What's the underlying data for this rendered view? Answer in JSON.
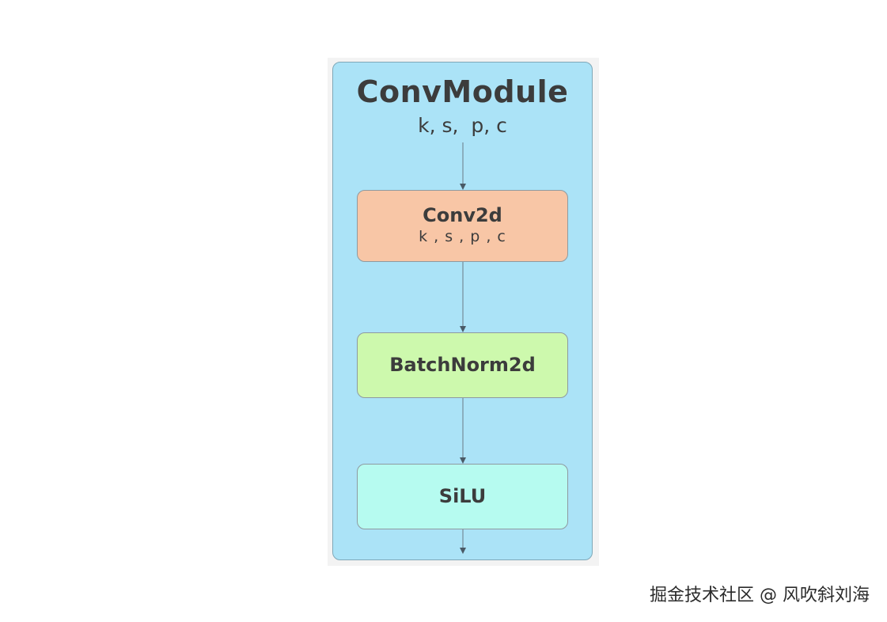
{
  "module": {
    "title": "ConvModule",
    "params": "k, s,  p, c"
  },
  "blocks": [
    {
      "label": "Conv2d",
      "params": "k , s , p , c",
      "color": "#f8c6a6"
    },
    {
      "label": "BatchNorm2d",
      "color": "#cdf9ad"
    },
    {
      "label": "SiLU",
      "color": "#b6fbf0"
    }
  ],
  "colors": {
    "module_bg": "#abe3f7",
    "arrow": "#4a5a66"
  },
  "watermark": "掘金技术社区 @ 风吹斜刘海"
}
